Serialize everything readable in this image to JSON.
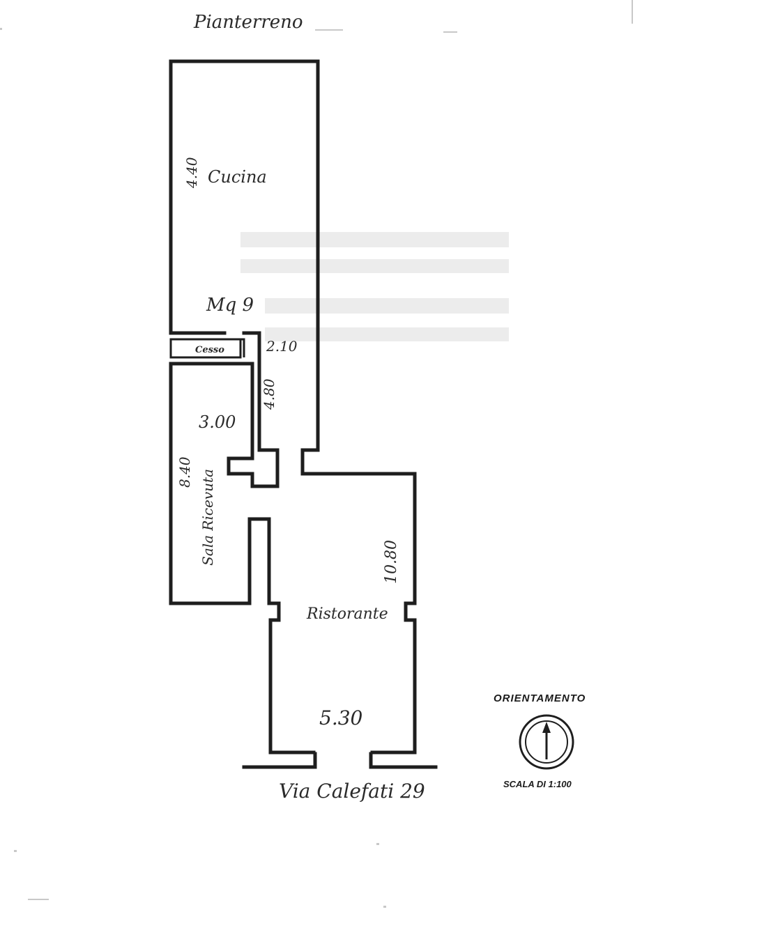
{
  "floor_title": "Pianterreno",
  "rooms": {
    "kitchen": "Cucina",
    "restaurant": "Ristorante",
    "dining_room": "Sala Ricevuta",
    "wc": "Cesso"
  },
  "dimensions": {
    "kitchen_side": "4.40",
    "kitchen_area": "Mq 9",
    "wc_width": "2.10",
    "corridor_len": "4.80",
    "dining_width": "3.00",
    "dining_len": "8.40",
    "restaurant_len": "10.80",
    "restaurant_width": "5.30"
  },
  "address": "Via Calefati 29",
  "legend": {
    "orientation_label": "ORIENTAMENTO",
    "scale_label": "SCALA DI 1:100",
    "compass_icon": "north-arrow-icon"
  },
  "colors": {
    "ink": "#1e1e1e",
    "paper": "#ffffff"
  }
}
